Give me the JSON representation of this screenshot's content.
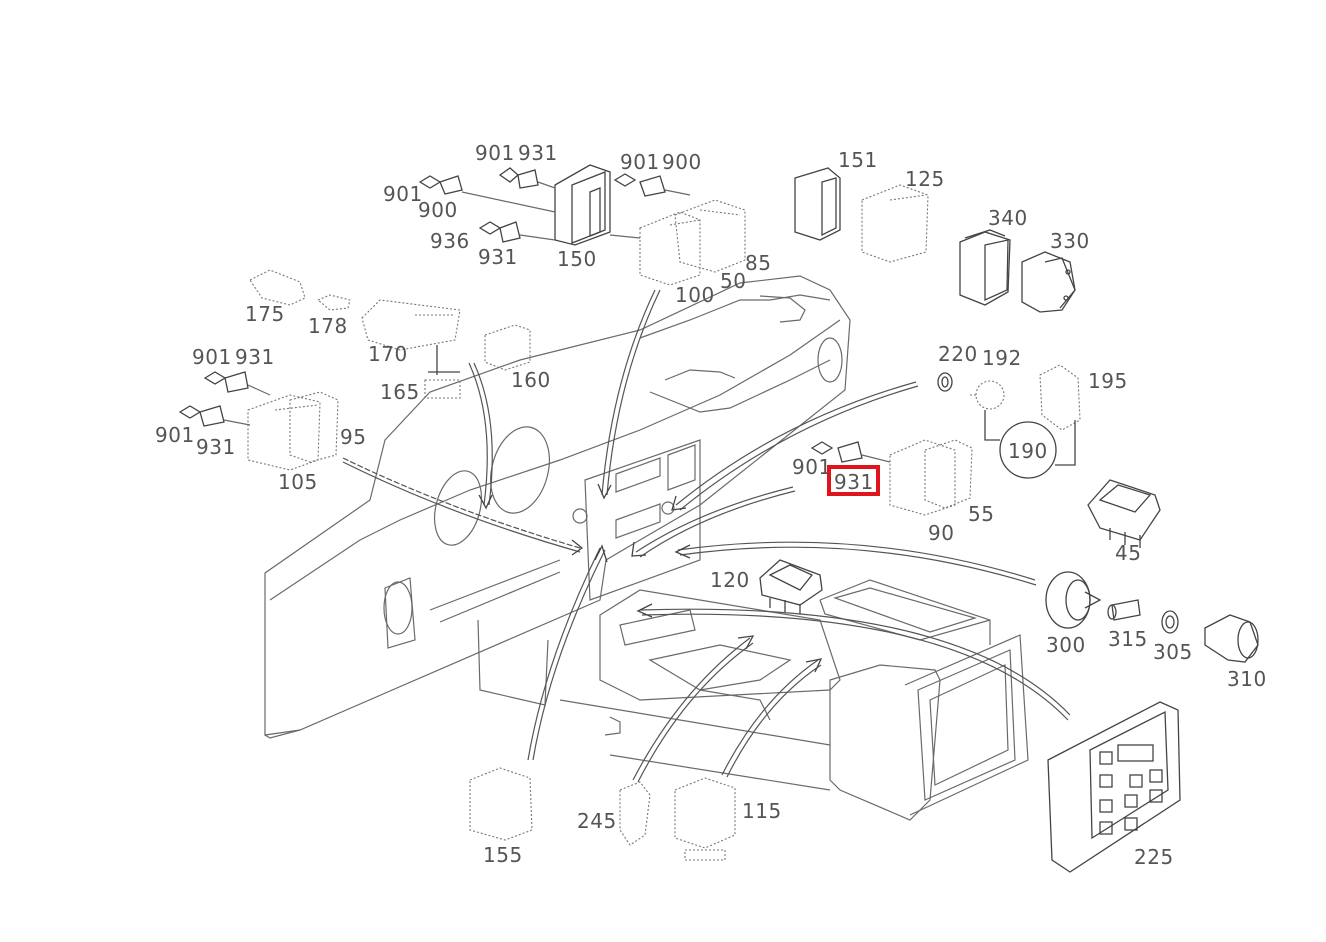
{
  "diagram": {
    "callouts": [
      "901",
      "931",
      "901",
      "900",
      "901",
      "900",
      "936",
      "931",
      "150",
      "151",
      "125",
      "340",
      "330",
      "100",
      "50",
      "85",
      "175",
      "178",
      "170",
      "165",
      "160",
      "901",
      "931",
      "901",
      "931",
      "95",
      "105",
      "220",
      "192",
      "195",
      "190",
      "901",
      "931",
      "90",
      "55",
      "45",
      "120",
      "300",
      "315",
      "305",
      "310",
      "225",
      "155",
      "245",
      "115"
    ],
    "highlighted": "931",
    "highlight_color": "#e0141b"
  }
}
